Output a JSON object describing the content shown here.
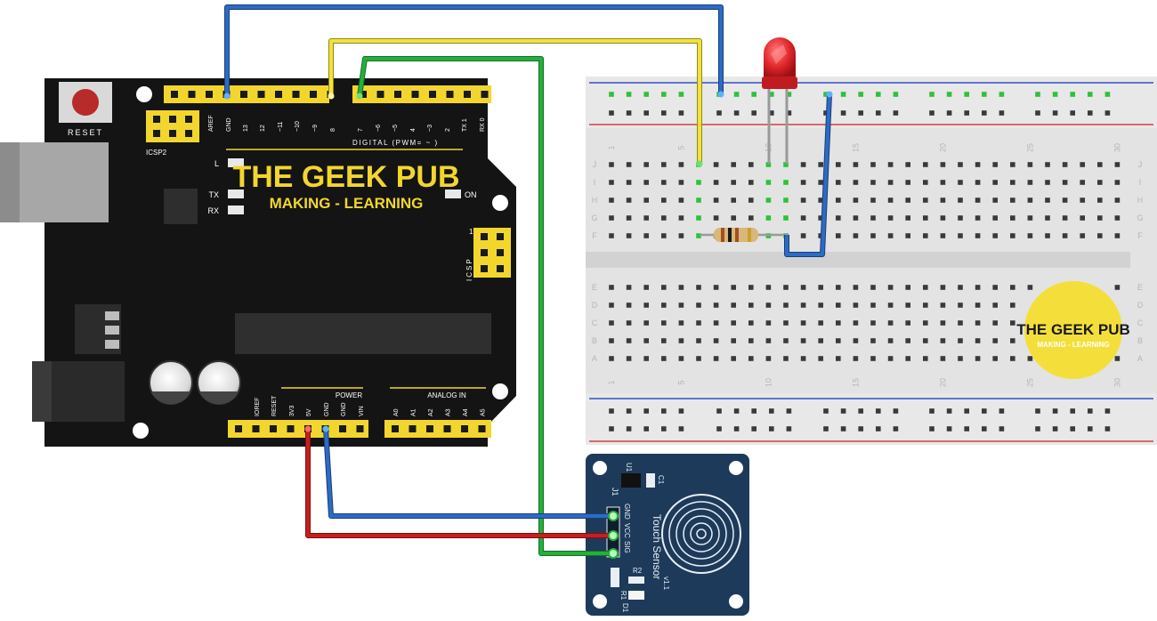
{
  "colors": {
    "board": "#141414",
    "header": "#f2d62e",
    "breadboard": "#e3e3e3",
    "rail_red": "#d04040",
    "rail_blue": "#3050c0",
    "sensor_pcb": "#1d3a5a",
    "wire_blue": "#2b6cc4",
    "wire_yellow": "#f2e23a",
    "wire_green": "#23b03a",
    "wire_red": "#c81e1e",
    "led": "#e0262a",
    "logo_circle": "#f4df3a"
  },
  "arduino": {
    "reset_label": "RESET",
    "icsp2_label": "ICSP2",
    "icsp_label": "ICSP",
    "icsp_pin1": "1",
    "digital_label": "DIGITAL (PWM= ~ )",
    "digital_pins": [
      "AREF",
      "GND",
      "13",
      "12",
      "~11",
      "~10",
      "~9",
      "8",
      "7",
      "~6",
      "~5",
      "4",
      "~3",
      "2",
      "TX 1",
      "RX 0"
    ],
    "led_labels": {
      "l": "L",
      "tx": "TX",
      "rx": "RX",
      "on": "ON"
    },
    "logo_title": "THE GEEK PUB",
    "logo_subtitle": "MAKING - LEARNING",
    "power_label": "POWER",
    "analog_label": "ANALOG IN",
    "power_pins": [
      "IOREF",
      "RESET",
      "3V3",
      "5V",
      "GND",
      "GND",
      "VIN"
    ],
    "analog_pins": [
      "A0",
      "A1",
      "A2",
      "A3",
      "A4",
      "A5"
    ]
  },
  "breadboard": {
    "top_rows": [
      "J",
      "I",
      "H",
      "G",
      "F"
    ],
    "bottom_rows": [
      "E",
      "D",
      "C",
      "B",
      "A"
    ],
    "col_numbers": [
      "1",
      "5",
      "10",
      "15",
      "20",
      "25",
      "30"
    ],
    "logo_title": "THE GEEK PUB",
    "logo_subtitle": "MAKING - LEARNING"
  },
  "sensor": {
    "u1": "U1",
    "c1": "C1",
    "j1": "J1",
    "pins": [
      "GND",
      "VCC",
      "SIG"
    ],
    "title": "Touch Sensor",
    "version": "v1.1",
    "r1": "R1",
    "r2": "R2",
    "d1": "D1"
  }
}
